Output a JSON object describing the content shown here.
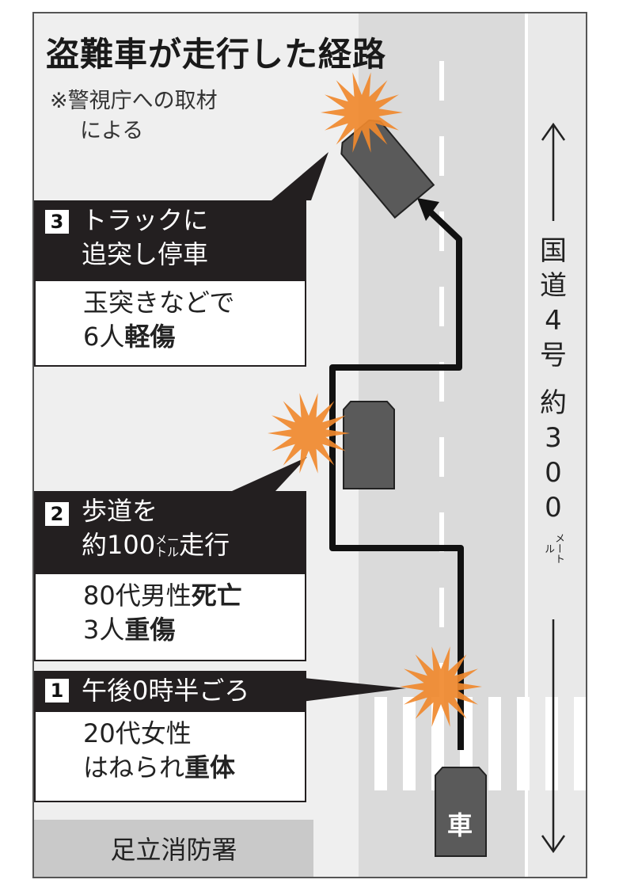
{
  "title": "盗難車が走行した経路",
  "note": {
    "line1": "※警視庁への取材",
    "line2": "による"
  },
  "events": [
    {
      "num": "3",
      "head1": "トラックに",
      "head2": "追突し停車",
      "body1": "玉突きなどで",
      "body2_a": "6人",
      "body2_b": "軽傷"
    },
    {
      "num": "2",
      "head1": "歩道を",
      "head2_a": "約100",
      "head2_unit": "メートル",
      "head2_b": "走行",
      "body1_a": "80代男性",
      "body1_b": "死亡",
      "body2_a": "3人",
      "body2_b": "重傷"
    },
    {
      "num": "1",
      "head1": "午後0時半ごろ",
      "body1": "20代女性",
      "body2_a": "はねられ",
      "body2_b": "重体"
    }
  ],
  "station": "足立消防署",
  "road": {
    "name1": "国",
    "name2": "道",
    "name3": "4",
    "name4": "号",
    "dist1": "約",
    "dist2": "3",
    "dist3": "0",
    "dist4": "0",
    "unit": "メートル"
  },
  "car_label": "車",
  "colors": {
    "burst": "#f0892e",
    "car": "#5a5a5a",
    "box": "#231f20"
  }
}
